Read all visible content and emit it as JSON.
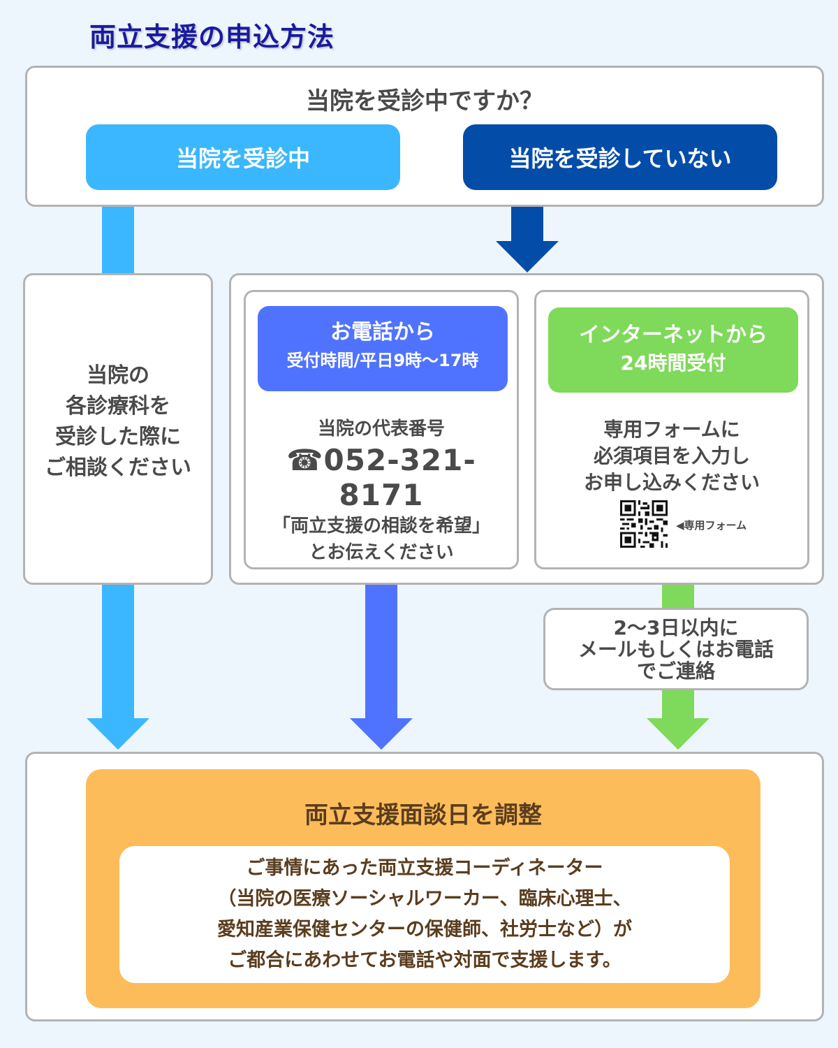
{
  "title": "両立支援の申込方法",
  "question": {
    "text": "当院を受診中ですか？",
    "options": [
      {
        "label": "当院を受診中",
        "color": "#3bb7ff"
      },
      {
        "label": "当院を受診していない",
        "color": "#034da9"
      }
    ]
  },
  "current_patient": {
    "text": "当院の\n各診療科を\n受診した際に\nご相談ください"
  },
  "phone": {
    "header": "お電話から",
    "hours": "受付時間/平日9時〜17時",
    "label": "当院の代表番号",
    "phone_icon": "☎",
    "number": "052-321-8171",
    "note": "「両立支援の相談を希望」\nとお伝えください",
    "color": "#5073ff"
  },
  "internet": {
    "header": "インターネットから",
    "hours": "24時間受付",
    "text": "専用フォームに\n必須項目を入力し\nお申し込みください",
    "qr_icon": "qr-code",
    "qr_label": "◀専用フォーム",
    "color": "#7fd95a"
  },
  "contact_note": "2〜3日以内に\nメールもしくはお電話\nでご連絡",
  "result": {
    "title": "両立支援面談日を調整",
    "body": "ご事情にあった両立支援コーディネーター\n（当院の医療ソーシャルワーカー、臨床心理士、\n愛知産業保健センターの保健師、社労士など）が\nご都合にあわせてお電話や対面で支援します。",
    "color": "#fdbc5a"
  }
}
